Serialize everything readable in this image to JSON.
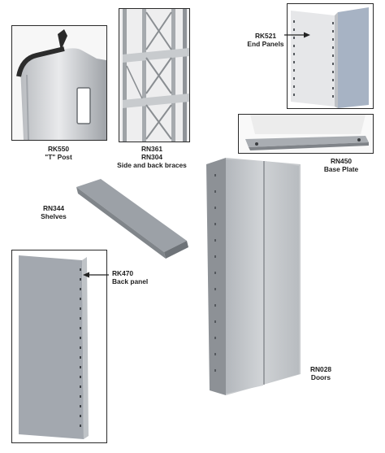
{
  "products": {
    "t_post": {
      "code": "RK550",
      "name": "\"T\" Post"
    },
    "braces": {
      "code1": "RN361",
      "code2": "RN304",
      "name": "Side and back braces"
    },
    "end_panels": {
      "code": "RK521",
      "name": "End Panels"
    },
    "base_plate": {
      "code": "RN450",
      "name": "Base Plate"
    },
    "shelves": {
      "code": "RN344",
      "name": "Shelves"
    },
    "back_panel": {
      "code": "RK470",
      "name": "Back panel"
    },
    "doors": {
      "code": "RN028",
      "name": "Doors"
    }
  }
}
